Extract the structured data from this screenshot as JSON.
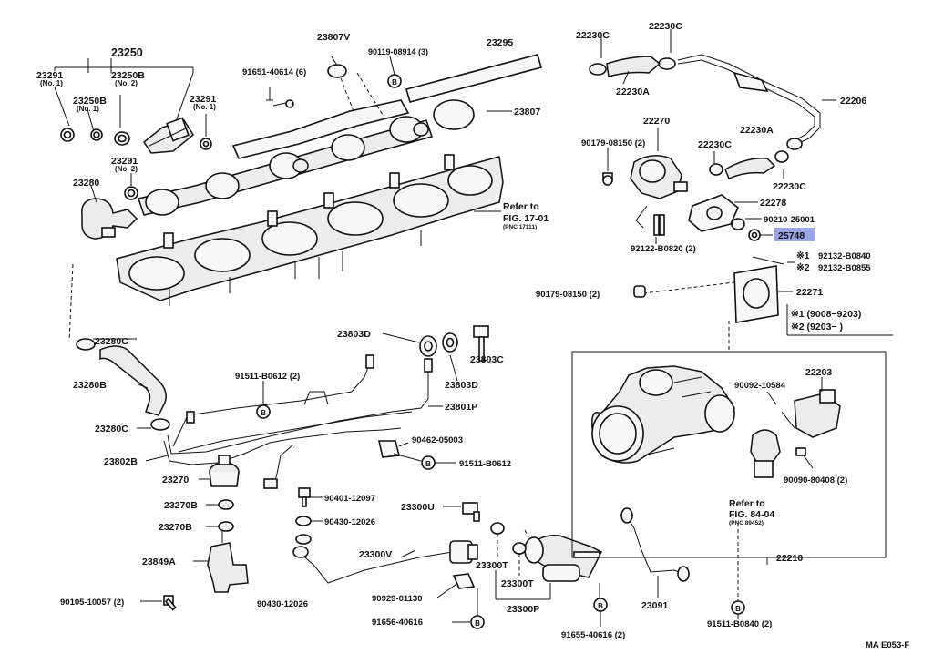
{
  "labels": {
    "p23250": "23250",
    "p23291a": "23291",
    "p23291a_note": "(No. 1)",
    "p23250b_a": "23250B",
    "p23250b_a_note": "(No. 2)",
    "p23250b_b": "23250B",
    "p23250b_b_note": "(No. 1)",
    "p23291b": "23291",
    "p23291b_note": "(No. 1)",
    "p23291c": "23291",
    "p23291c_note": "(No. 2)",
    "p23280": "23280",
    "p23807v": "23807V",
    "p90119": "90119-08914 (3)",
    "p23295": "23295",
    "p91651": "91651-40614 (6)",
    "p23807": "23807",
    "refer1701_a": "Refer to",
    "refer1701_b": "FIG. 17-01",
    "refer1701_c": "(PNC 17111)",
    "p23280c_a": "23280C",
    "p23280b": "23280B",
    "p23280c_b": "23280C",
    "p23802b": "23802B",
    "p91511_b0612_a": "91511-B0612 (2)",
    "p23803d_a": "23803D",
    "p23803d_b": "23803D",
    "p23803c": "23803C",
    "p23801p": "23801P",
    "p90462": "90462-05003",
    "p91511_b0612_b": "91511-B0612",
    "p23270": "23270",
    "p23270b_a": "23270B",
    "p23270b_b": "23270B",
    "p90401": "90401-12097",
    "p90430_a": "90430-12026",
    "p23300u": "23300U",
    "p23300v": "23300V",
    "p23849a": "23849A",
    "p90105": "90105-10057 (2)",
    "p90430_b": "90430-12026",
    "p90929": "90929-01130",
    "p91656": "91656-40616",
    "p23300t_a": "23300T",
    "p23300t_b": "23300T",
    "p23300p": "23300P",
    "p91655": "91655-40616 (2)",
    "p23091": "23091",
    "p22230c_a": "22230C",
    "p22230c_b": "22230C",
    "p22230a_a": "22230A",
    "p22206": "22206",
    "p22270": "22270",
    "p90179_a": "90179-08150 (2)",
    "p22230c_c": "22230C",
    "p22230a_b": "22230A",
    "p22230c_d": "22230C",
    "p22278": "22278",
    "p90210": "90210-25001",
    "p25748": "25748",
    "p92122": "92122-B0820 (2)",
    "p92132_a": "92132-B0840",
    "p92132_b": "92132-B0855",
    "mark1": "※1",
    "mark2": "※2",
    "p90179_b": "90179-08150 (2)",
    "p22271": "22271",
    "note1": "※1 (9008−9203)",
    "note2": "※2 (9203−          )",
    "p22203": "22203",
    "p90092": "90092-10584",
    "p90090": "90090-80408 (2)",
    "refer8404_a": "Refer to",
    "refer8404_b": "FIG. 84-04",
    "refer8404_c": "(PNC 89452)",
    "p22210": "22210",
    "p91511_b0840": "91511-B0840 (2)",
    "code": "MA E053-F",
    "b_mark": "B"
  },
  "colors": {
    "highlight": "#9aa4e6",
    "ink": "#111111"
  }
}
